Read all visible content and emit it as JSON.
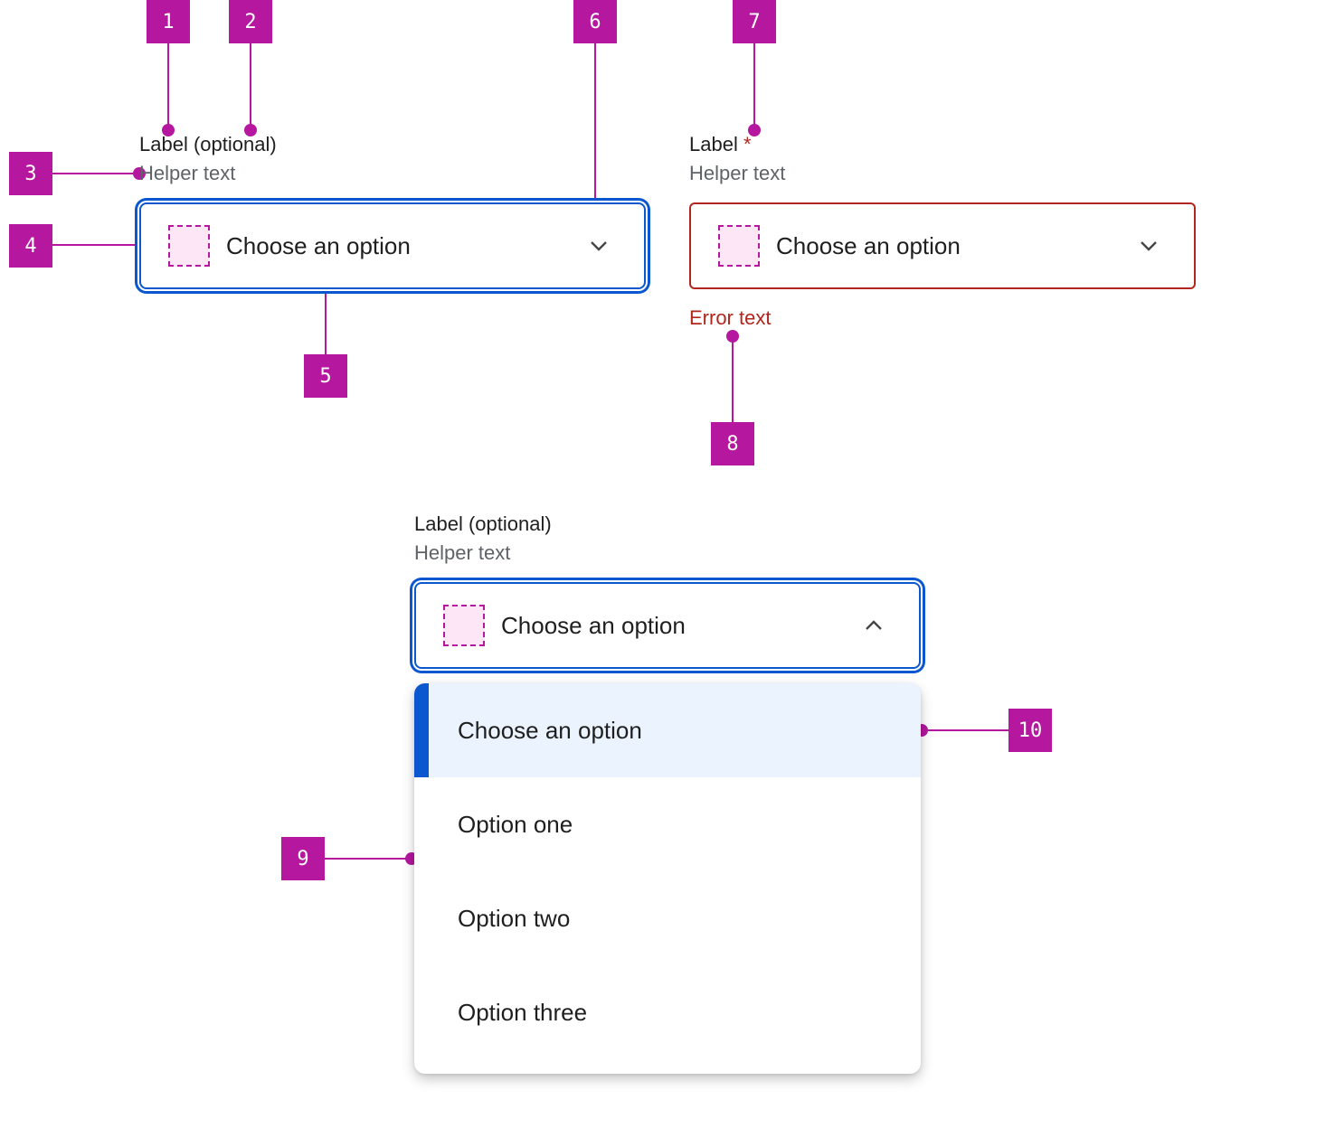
{
  "colors": {
    "annotation": "#b5179e",
    "focus": "#0b57d0",
    "error": "#b3261e",
    "selected_bg": "#ebf3fe",
    "icon_slot_bg": "#fde7f6"
  },
  "field_default": {
    "label": "Label",
    "optional": "(optional)",
    "helper": "Helper text",
    "placeholder": "Choose an option",
    "chevron": "chevron-down-icon"
  },
  "field_required": {
    "label": "Label",
    "required_mark": "*",
    "helper": "Helper text",
    "placeholder": "Choose an option",
    "error_text": "Error text",
    "chevron": "chevron-down-icon"
  },
  "field_open": {
    "label": "Label",
    "optional": "(optional)",
    "helper": "Helper text",
    "placeholder": "Choose an option",
    "chevron": "chevron-up-icon",
    "options": [
      "Choose an option",
      "Option one",
      "Option two",
      "Option three"
    ],
    "selected_index": 0
  },
  "annotations": [
    "1",
    "2",
    "3",
    "4",
    "5",
    "6",
    "7",
    "8",
    "9",
    "10"
  ]
}
